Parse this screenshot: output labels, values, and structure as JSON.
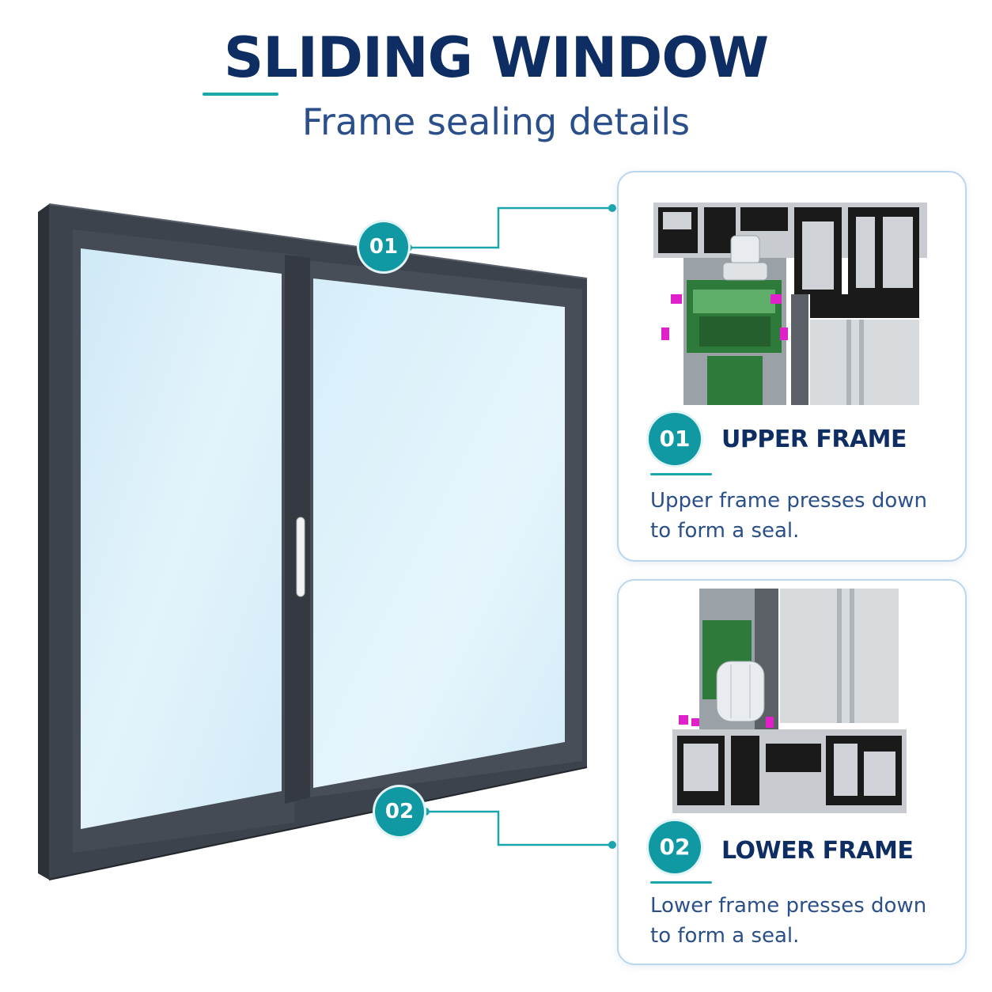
{
  "header": {
    "title": "SLIDING WINDOW",
    "subtitle": "Frame sealing details"
  },
  "callouts": [
    {
      "number": "01",
      "title": "UPPER FRAME",
      "description": "Upper frame presses down to form a seal."
    },
    {
      "number": "02",
      "title": "LOWER FRAME",
      "description": "Lower frame presses down to form a seal."
    }
  ],
  "colors": {
    "navy": "#0e2e63",
    "teal": "#1199a3",
    "frame": "#3d434c",
    "glass": "#d8eef8",
    "seal": "#e020c8",
    "gasket": "#2e7a3a"
  }
}
